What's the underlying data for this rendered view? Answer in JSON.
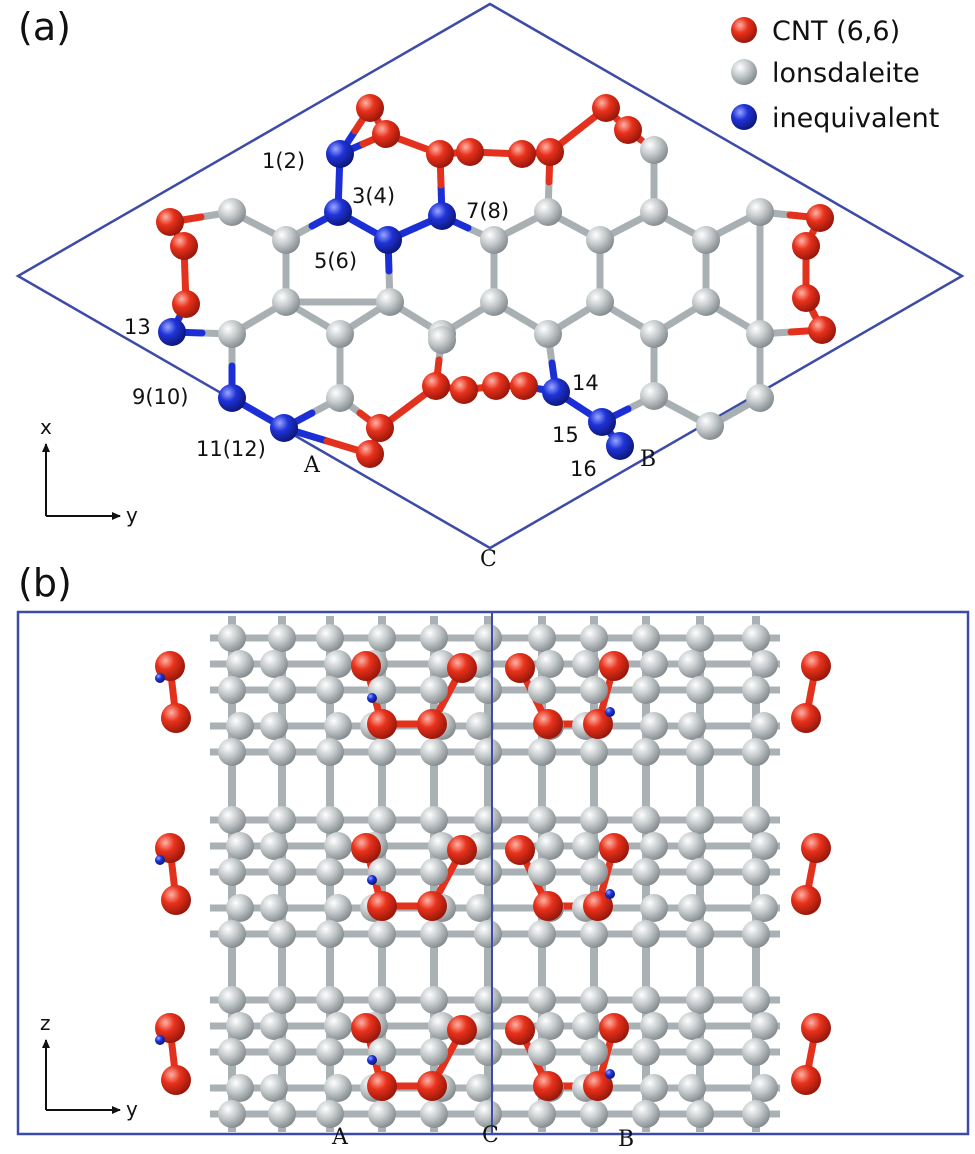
{
  "panel_a": {
    "label": "(a)",
    "legend": [
      {
        "label": "CNT (6,6)",
        "color": "#e2311d"
      },
      {
        "label": "lonsdaleite",
        "color": "#b9c0c2"
      },
      {
        "label": "inequivalent",
        "color": "#1c2fd6"
      }
    ],
    "atom_labels": [
      "1(2)",
      "3(4)",
      "5(6)",
      "7(8)",
      "13",
      "9(10)",
      "11(12)",
      "14",
      "15",
      "16"
    ],
    "corner_labels": [
      "A",
      "B",
      "C"
    ],
    "axes": {
      "vertical": "x",
      "horizontal": "y"
    }
  },
  "panel_b": {
    "label": "(b)",
    "corner_labels": [
      "A",
      "C",
      "B"
    ],
    "axes": {
      "vertical": "z",
      "horizontal": "y"
    }
  },
  "colors": {
    "cell_border": "#3d4ba8",
    "cnt": "#e2311d",
    "lonsdaleite": "#b9c0c2",
    "inequivalent": "#1c2fd6"
  }
}
